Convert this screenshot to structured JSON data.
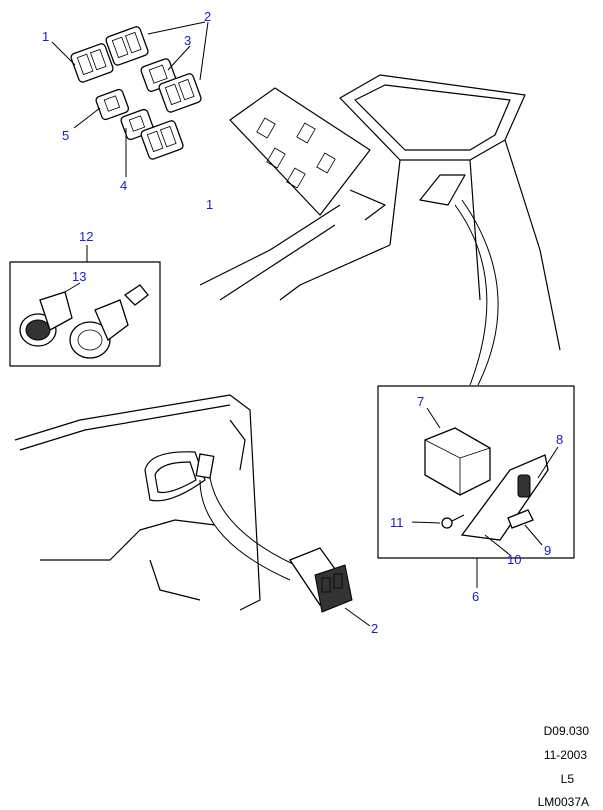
{
  "callouts": {
    "c1_top": "1",
    "c2_top": "2",
    "c3": "3",
    "c5": "5",
    "c4": "4",
    "c1_mid": "1",
    "c12": "12",
    "c13": "13",
    "c7": "7",
    "c8": "8",
    "c11": "11",
    "c10": "10",
    "c9": "9",
    "c6": "6",
    "c2_bottom": "2"
  },
  "footer": {
    "section": "D09.030",
    "date": "11-2003",
    "level": "L5",
    "illustration_id": "LM0037A"
  },
  "colors": {
    "callout": "#1a1ad0"
  }
}
